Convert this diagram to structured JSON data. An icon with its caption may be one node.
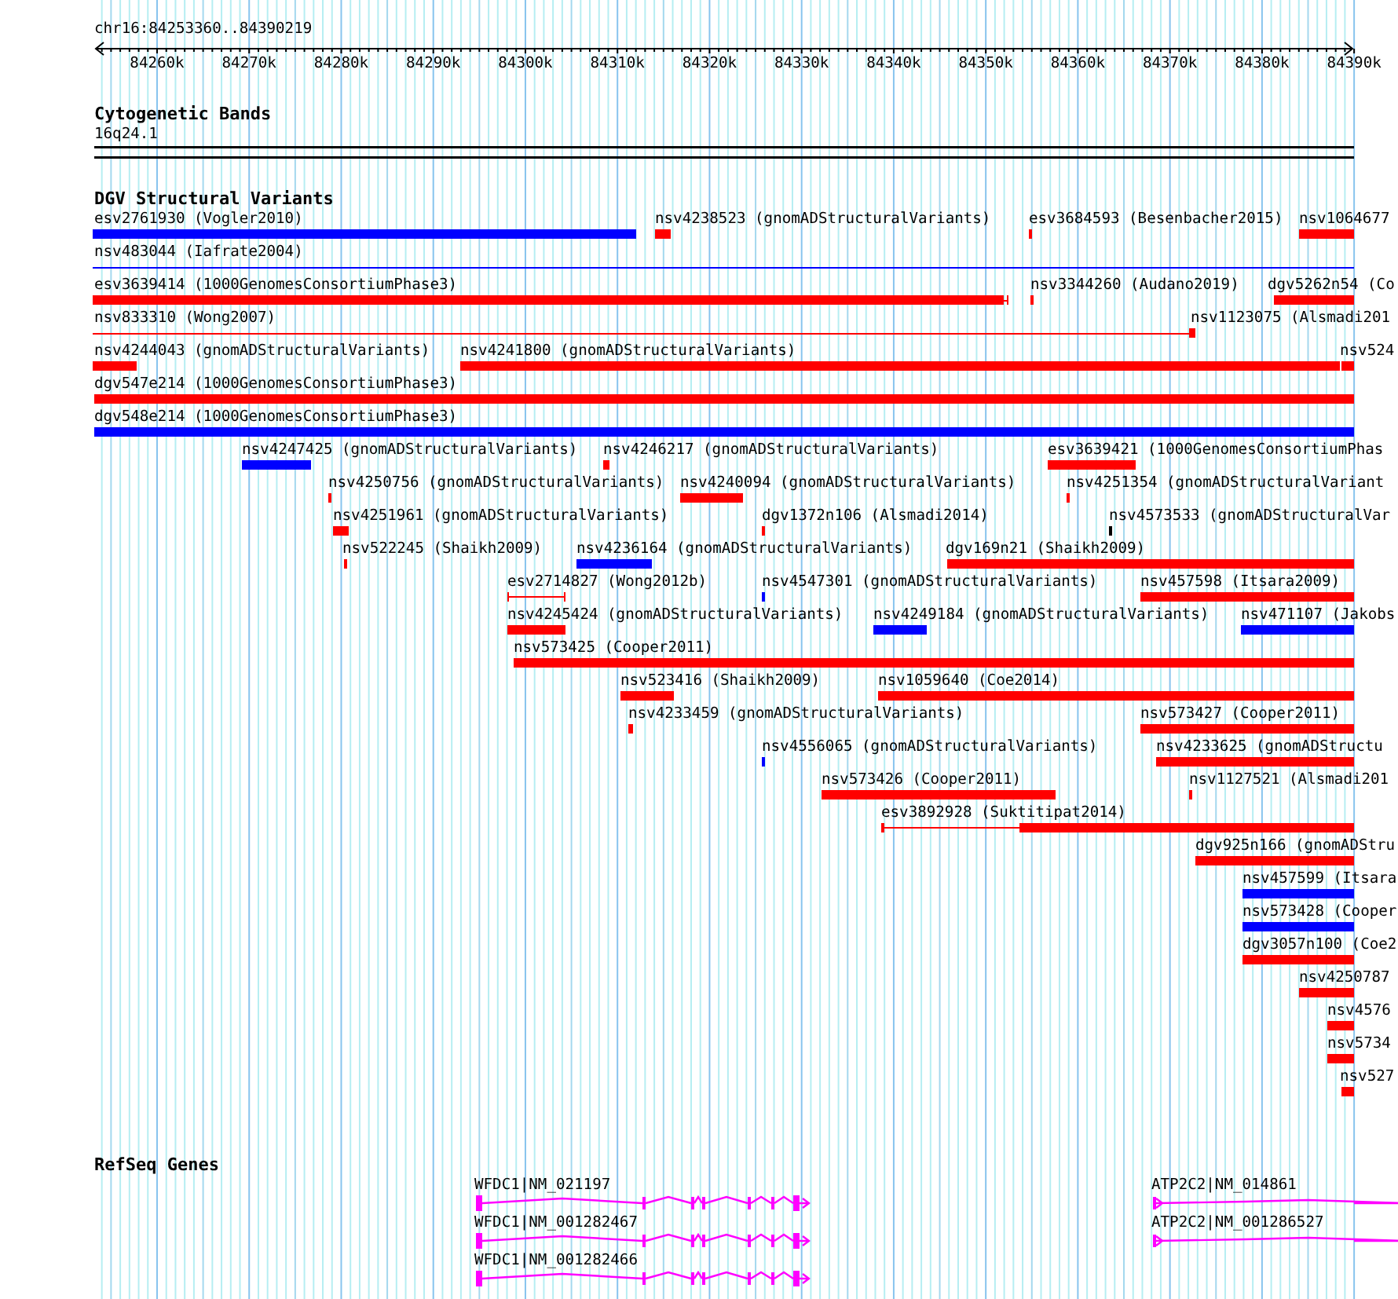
{
  "diagram": {
    "nodes": [
      {
        "text": [
          "esv2761930 (Vogler2010)"
        ]
      },
      {
        "text": [
          "nsv4238523 (gnomADStructuralVariants)"
        ]
      },
      {
        "text": [
          "esv3684593 (Besenbacher2015)"
        ]
      },
      {
        "text": [
          "nsv1064677"
        ]
      },
      {
        "text": [
          "nsv483044 (Iafrate2004)"
        ]
      },
      {
        "text": [
          "esv3639414 (1000GenomesConsortiumPhase3)"
        ]
      },
      {
        "text": [
          "nsv3344260 (Audano2019)"
        ]
      },
      {
        "text": [
          "dgv5262n54 (Co"
        ]
      },
      {
        "text": [
          "nsv833310 (Wong2007)"
        ]
      },
      {
        "text": [
          "nsv1123075 (Alsmadi201"
        ]
      },
      {
        "text": [
          "nsv4244043 (gnomADStructuralVariants)"
        ]
      },
      {
        "text": [
          "nsv4241800 (gnomADStructuralVariants)"
        ]
      },
      {
        "text": [
          "nsv524"
        ]
      },
      {
        "text": [
          "dgv547e214 (1000GenomesConsortiumPhase3)"
        ]
      },
      {
        "text": [
          "dgv548e214 (1000GenomesConsortiumPhase3)"
        ]
      },
      {
        "text": [
          "nsv4247425 (gnomADStructuralVariants)"
        ]
      },
      {
        "text": [
          "nsv4246217 (gnomADStructuralVariants)"
        ]
      },
      {
        "text": [
          "esv3639421 (1000GenomesConsortiumPhas"
        ]
      },
      {
        "text": [
          "nsv4250756 (gnomADStructuralVariants)"
        ]
      },
      {
        "text": [
          "nsv4240094 (gnomADStructuralVariants)"
        ]
      },
      {
        "text": [
          "nsv4251354 (gnomADStructuralVariant"
        ]
      },
      {
        "text": [
          "nsv4251961 (gnomADStructuralVariants)"
        ]
      },
      {
        "text": [
          "dgv1372n106 (Alsmadi2014)"
        ]
      },
      {
        "text": [
          "nsv4573533 (gnomADStructuralVar"
        ]
      },
      {
        "text": [
          "nsv522245 (Shaikh2009)"
        ]
      },
      {
        "text": [
          "nsv4236164 (gnomADStructuralVariants)"
        ]
      },
      {
        "text": [
          "dgv169n21 (Shaikh2009)"
        ]
      },
      {
        "text": [
          "esv2714827 (Wong2012b)"
        ]
      },
      {
        "text": [
          "nsv4547301 (gnomADStructuralVariants)"
        ]
      },
      {
        "text": [
          "nsv457598 (Itsara2009)"
        ]
      },
      {
        "text": [
          "nsv4245424 (gnomADStructuralVariants)"
        ]
      },
      {
        "text": [
          "nsv4249184 (gnomADStructuralVariants)"
        ]
      },
      {
        "text": [
          "nsv471107 (Jakobs"
        ]
      },
      {
        "text": [
          "nsv573425 (Cooper2011)"
        ]
      },
      {
        "text": [
          "nsv523416 (Shaikh2009)"
        ]
      },
      {
        "text": [
          "nsv1059640 (Coe2014)"
        ]
      },
      {
        "text": [
          "nsv4233459 (gnomADStructuralVariants)"
        ]
      },
      {
        "text": [
          "nsv573427 (Cooper2011)"
        ]
      },
      {
        "text": [
          "nsv4556065 (gnomADStructuralVariants)"
        ]
      },
      {
        "text": [
          "nsv4233625 (gnomADStructu"
        ]
      },
      {
        "text": [
          "nsv573426 (Cooper2011)"
        ]
      },
      {
        "text": [
          "nsv1127521 (Alsmadi201"
        ]
      },
      {
        "text": [
          "esv3892928 (Suktitipat2014)"
        ]
      },
      {
        "text": [
          "dgv925n166 (gnomADStru"
        ]
      },
      {
        "text": [
          "nsv457599 (Itsara"
        ]
      },
      {
        "text": [
          "nsv573428 (Cooper"
        ]
      },
      {
        "text": [
          "dgv3057n100 (Coe2"
        ]
      },
      {
        "text": [
          "nsv4250787"
        ]
      },
      {
        "text": [
          "nsv4576"
        ]
      },
      {
        "text": [
          "nsv5734"
        ]
      },
      {
        "text": [
          "nsv527"
        ]
      },
      {
        "text": [
          "WFDC1|NM_021197"
        ]
      },
      {
        "text": [
          "ATP2C2|NM_014861"
        ]
      },
      {
        "text": [
          "WFDC1|NM_001282467"
        ]
      },
      {
        "text": [
          "ATP2C2|NM_001286527"
        ]
      },
      {
        "text": [
          "WFDC1|NM_001282466"
        ]
      }
    ],
    "labels": [
      "chr16:84253360..84390219",
      "84260k",
      "84270k",
      "84280k",
      "84290k",
      "84300k",
      "84310k",
      "84320k",
      "84330k",
      "84340k",
      "84350k",
      "84360k",
      "84370k",
      "84380k",
      "84390k",
      "Cytogenetic Bands",
      "16q24.1",
      "DGV Structural Variants",
      "RefSeq Genes"
    ]
  }
}
